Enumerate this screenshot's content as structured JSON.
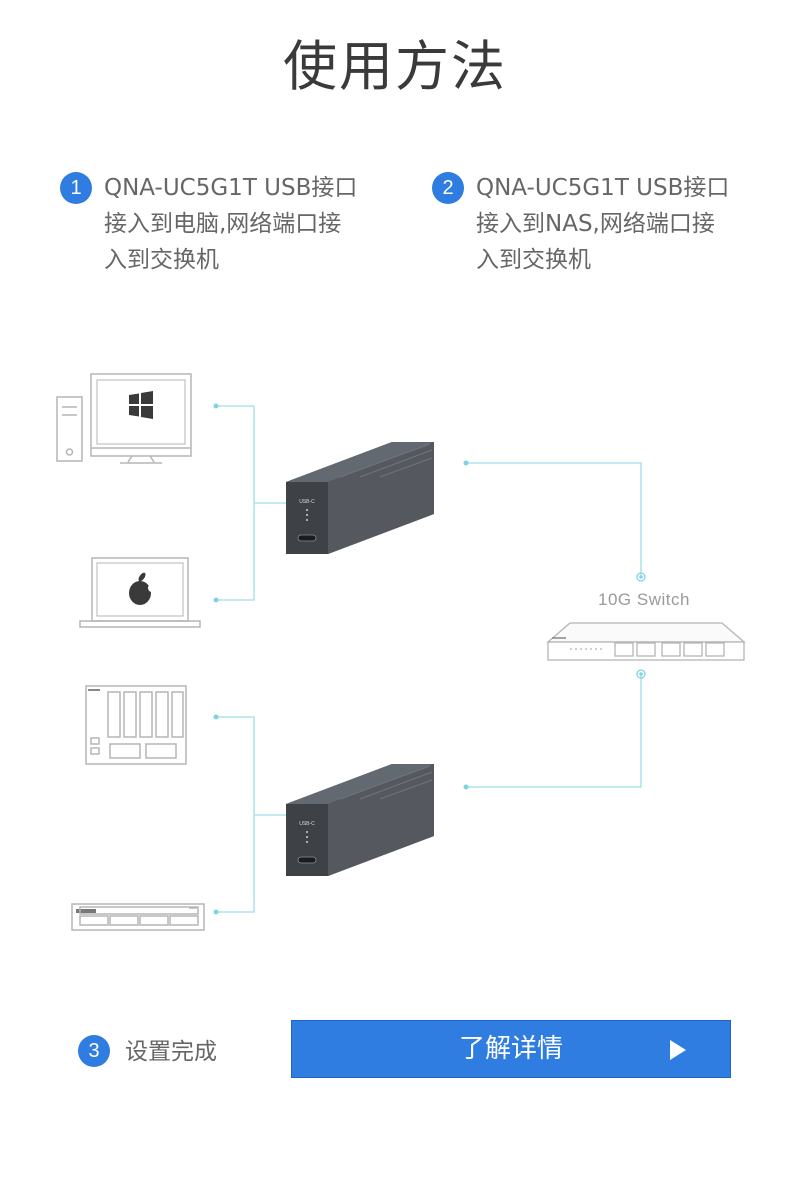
{
  "page": {
    "title": "使用方法"
  },
  "steps": [
    {
      "number": "1",
      "text": "QNA-UC5G1T USB接口\n接入到电脑,网络端口接\n入到交换机"
    },
    {
      "number": "2",
      "text": "QNA-UC5G1T USB接口\n接入到NAS,网络端口接\n入到交换机"
    },
    {
      "number": "3",
      "text": "设置完成"
    }
  ],
  "diagram": {
    "switch_label": "10G Switch",
    "adapter_port_label": "USB-C"
  },
  "button": {
    "label": "了解详情",
    "icon": "play-arrow-icon"
  },
  "colors": {
    "accent": "#2f7de1",
    "line": "#9fdde8",
    "adapter": "#4a4f55"
  }
}
